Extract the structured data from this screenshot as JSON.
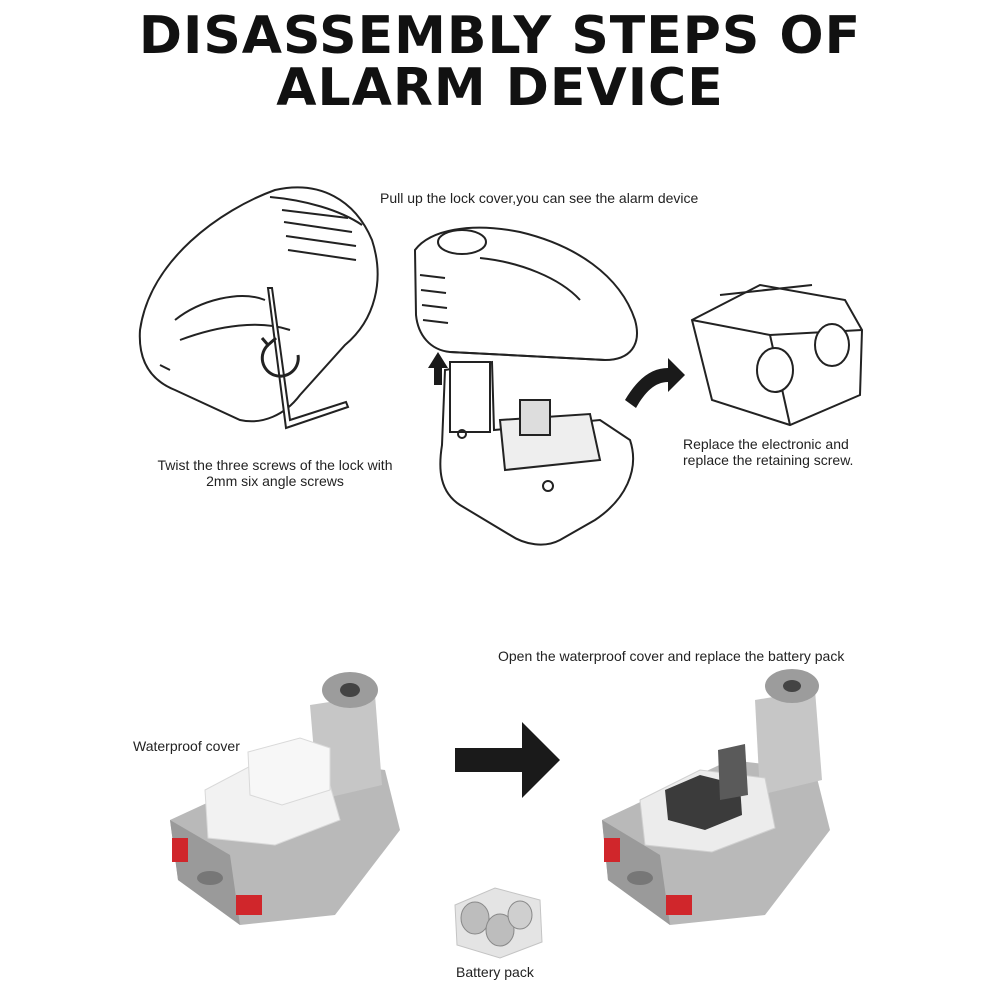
{
  "title": {
    "line1": "DISASSEMBLY STEPS OF",
    "line2": "ALARM DEVICE"
  },
  "top_section": {
    "step_cover_caption": "Pull up the lock cover,you can see the alarm device",
    "step_screws_caption_line1": "Twist the three screws of the lock with",
    "step_screws_caption_line2": "2mm six angle screws",
    "step_replace_caption_line1": "Replace the electronic and",
    "step_replace_caption_line2": "replace the retaining screw."
  },
  "bottom_section": {
    "open_cover_caption": "Open the waterproof cover and replace the battery pack",
    "waterproof_cover_label": "Waterproof cover",
    "battery_pack_label": "Battery pack"
  },
  "colors": {
    "ink": "#222222",
    "arrow": "#1a1a1a",
    "metal": "#b9b9b9",
    "cover_white": "#f2f2f2",
    "reflector_red": "#d0262b"
  }
}
